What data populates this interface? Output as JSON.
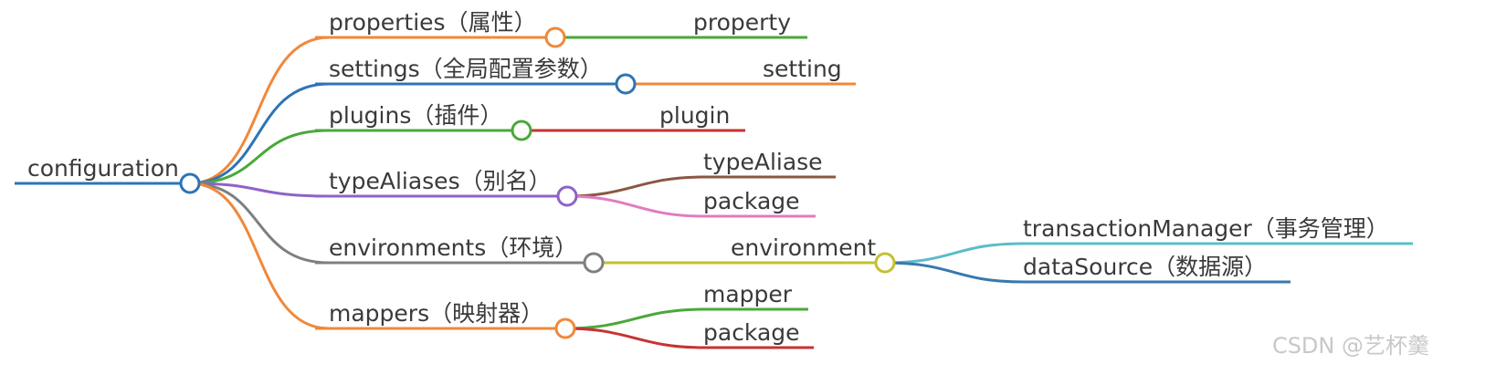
{
  "colors": {
    "root": "#2e74b5",
    "orange": "#f0883a",
    "blue": "#2e74b5",
    "green": "#4aa83a",
    "red": "#c83232",
    "purple": "#8e63c6",
    "brown": "#8b5742",
    "pink": "#e07cc0",
    "gray": "#7f7f7f",
    "olive": "#c3c032",
    "cyan": "#5bbcc9",
    "steel": "#3a78ad"
  },
  "root": {
    "label": "configuration"
  },
  "branches": [
    {
      "label": "properties（属性）",
      "color": "orange",
      "children": [
        {
          "label": "property",
          "color": "green"
        }
      ]
    },
    {
      "label": "settings（全局配置参数）",
      "color": "blue",
      "children": [
        {
          "label": "setting",
          "color": "orange"
        }
      ]
    },
    {
      "label": "plugins（插件）",
      "color": "green",
      "children": [
        {
          "label": "plugin",
          "color": "red"
        }
      ]
    },
    {
      "label": "typeAliases（别名）",
      "color": "purple",
      "children": [
        {
          "label": "typeAliase",
          "color": "brown"
        },
        {
          "label": "package",
          "color": "pink"
        }
      ]
    },
    {
      "label": "environments（环境）",
      "color": "gray",
      "children": [
        {
          "label": "environment",
          "color": "olive",
          "children": [
            {
              "label": "transactionManager（事务管理）",
              "color": "cyan"
            },
            {
              "label": "dataSource（数据源）",
              "color": "steel"
            }
          ]
        }
      ]
    },
    {
      "label": "mappers（映射器）",
      "color": "orange",
      "children": [
        {
          "label": "mapper",
          "color": "green"
        },
        {
          "label": "package",
          "color": "red"
        }
      ]
    }
  ],
  "watermark": "CSDN @艺杯羹"
}
